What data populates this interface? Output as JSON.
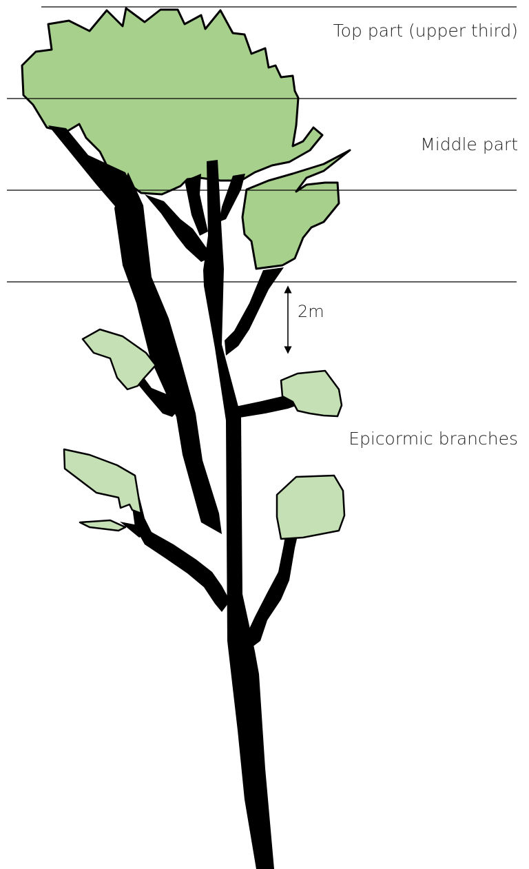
{
  "labels": {
    "top_part": "Top part (upper third)",
    "middle_part": "Middle part",
    "epicormic": "Epicormic branches",
    "distance": "2m"
  },
  "colors": {
    "crown_foliage": "#a8d08d",
    "epicormic_foliage": "#c5e0b4",
    "trunk": "#000000",
    "outline": "#000000",
    "guide_line": "#000000"
  }
}
